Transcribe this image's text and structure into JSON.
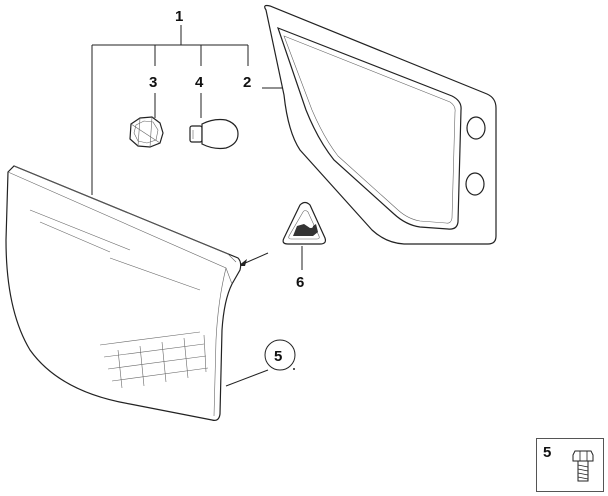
{
  "labels": {
    "assembly": "1",
    "gasket": "2",
    "bulb_socket": "3",
    "bulb": "4",
    "screw_callout": "5",
    "warning_label": "6"
  },
  "legend": {
    "number": "5"
  }
}
